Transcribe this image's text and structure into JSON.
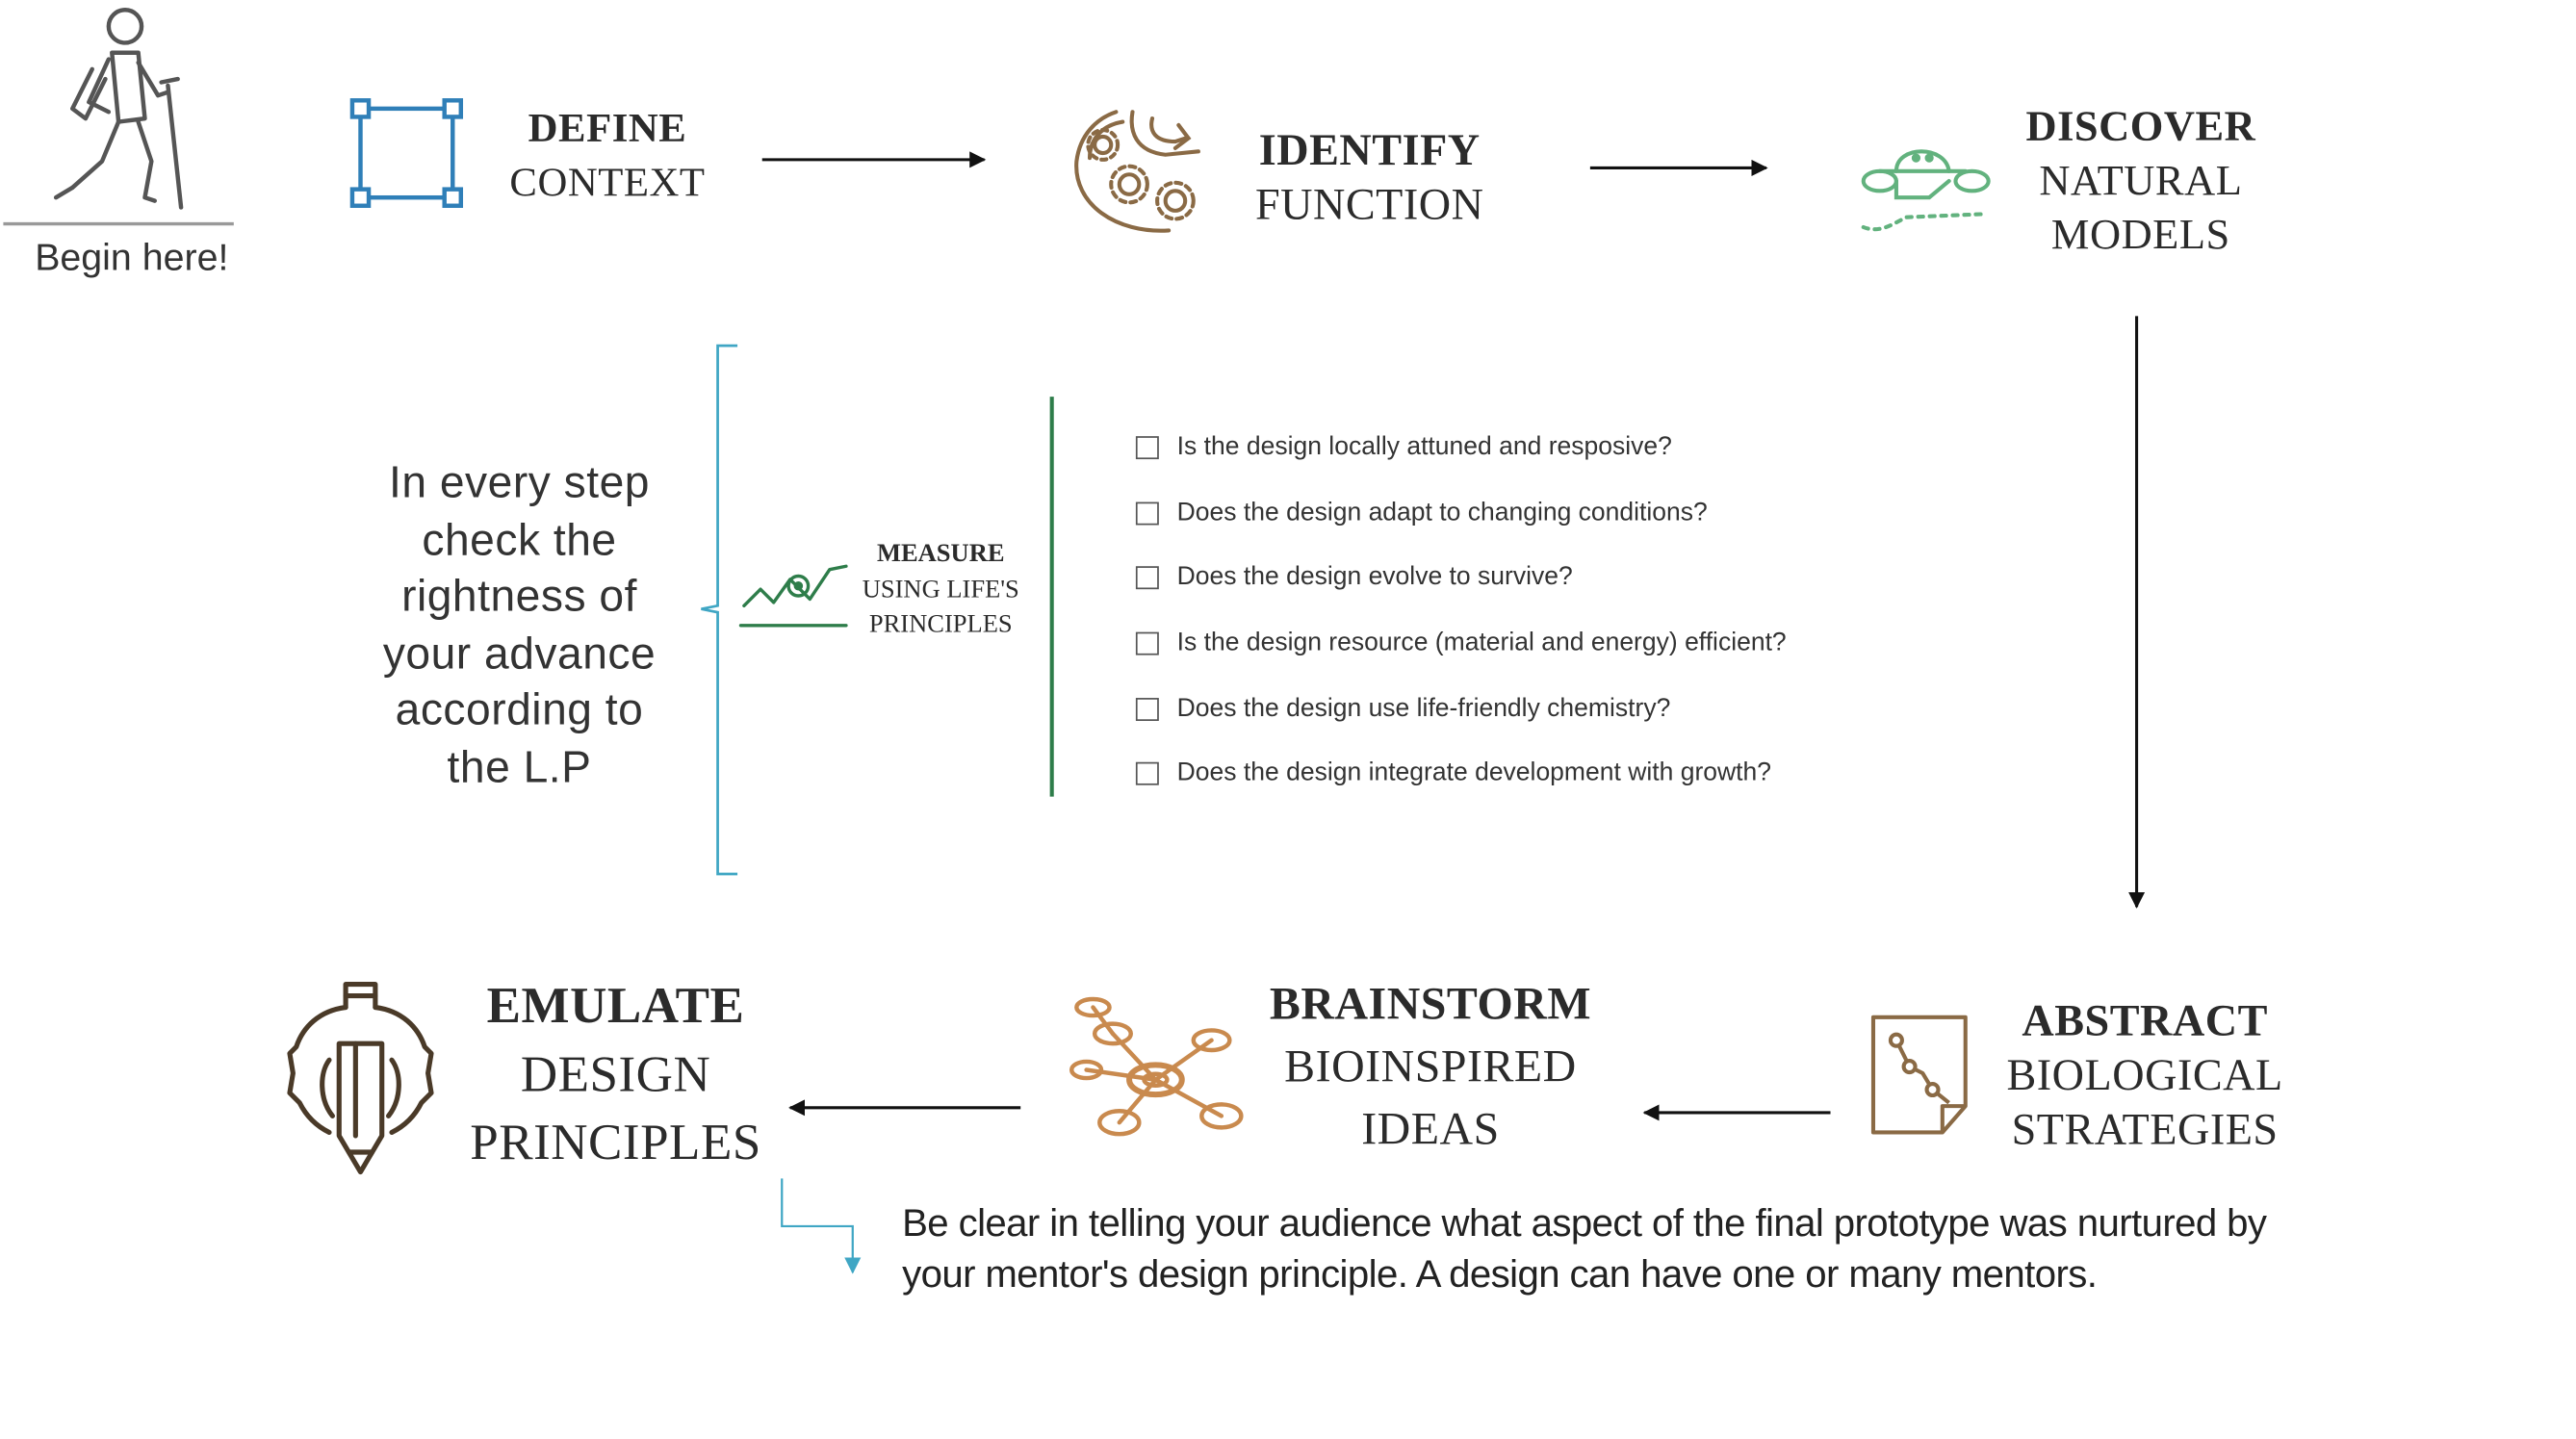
{
  "start": {
    "label": "Begin here!"
  },
  "steps": {
    "define": {
      "line1": "DEFINE",
      "line2": "CONTEXT"
    },
    "identify": {
      "line1": "IDENTIFY",
      "line2": "FUNCTION"
    },
    "discover": {
      "line1": "DISCOVER",
      "line2": "NATURAL",
      "line3": "MODELS"
    },
    "abstract": {
      "line1": "ABSTRACT",
      "line2": "BIOLOGICAL",
      "line3": "STRATEGIES"
    },
    "brainstorm": {
      "line1": "BRAINSTORM",
      "line2": "BIOINSPIRED",
      "line3": "IDEAS"
    },
    "emulate": {
      "line1": "EMULATE",
      "line2": "DESIGN",
      "line3": "PRINCIPLES"
    }
  },
  "side_note": {
    "line1": "In every step",
    "line2": "check the",
    "line3": "rightness of",
    "line4": "your advance",
    "line5": "according to",
    "line6": "the L.P"
  },
  "measure": {
    "line1": "MEASURE",
    "line2": "USING LIFE'S",
    "line3": "PRINCIPLES"
  },
  "checklist": [
    "Is the design locally attuned and resposive?",
    "Does the design adapt to changing conditions?",
    "Does the design evolve to survive?",
    "Is the design resource (material and energy) efficient?",
    "Does the design use life-friendly chemistry?",
    "Does the design integrate development with growth?"
  ],
  "note": {
    "line1": "Be clear in telling your audience what aspect of the final prototype was nurtured by",
    "line2": "your mentor's design principle.  A design can have one or many mentors."
  },
  "colors": {
    "define": "#2f7fb8",
    "brown": "#8a6a45",
    "green": "#62b27e",
    "teal": "#3fa6c4",
    "dark_green": "#2e7d4a"
  }
}
